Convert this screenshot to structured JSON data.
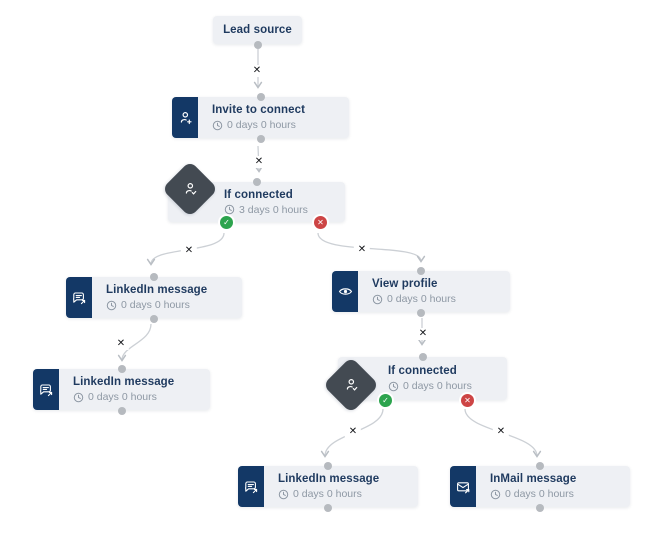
{
  "workflow": {
    "nodes": [
      {
        "id": "lead-source",
        "title": "Lead source"
      },
      {
        "id": "invite-to-connect",
        "title": "Invite to connect",
        "delay": "0 days 0 hours",
        "icon": "person-add-icon"
      },
      {
        "id": "if-connected-1",
        "title": "If connected",
        "delay": "3 days 0 hours",
        "icon": "person-check-icon",
        "outcomes": [
          "connected",
          "not-connected"
        ]
      },
      {
        "id": "linkedin-message-1",
        "title": "LinkedIn message",
        "delay": "0 days 0 hours",
        "icon": "chat-send-icon"
      },
      {
        "id": "linkedin-message-2",
        "title": "LinkedIn message",
        "delay": "0 days 0 hours",
        "icon": "chat-send-icon"
      },
      {
        "id": "view-profile",
        "title": "View profile",
        "delay": "0 days 0 hours",
        "icon": "eye-icon"
      },
      {
        "id": "if-connected-2",
        "title": "If connected",
        "delay": "0 days 0 hours",
        "icon": "person-check-icon",
        "outcomes": [
          "connected",
          "not-connected"
        ]
      },
      {
        "id": "linkedin-message-3",
        "title": "LinkedIn message",
        "delay": "0 days 0 hours",
        "icon": "chat-send-icon"
      },
      {
        "id": "inmail-message",
        "title": "InMail message",
        "delay": "0 days 0 hours",
        "icon": "mail-send-icon"
      }
    ],
    "edges": [
      {
        "from": "lead-source",
        "to": "invite-to-connect"
      },
      {
        "from": "invite-to-connect",
        "to": "if-connected-1"
      },
      {
        "from": "if-connected-1",
        "branch": "connected",
        "to": "linkedin-message-1"
      },
      {
        "from": "if-connected-1",
        "branch": "not-connected",
        "to": "view-profile"
      },
      {
        "from": "linkedin-message-1",
        "to": "linkedin-message-2"
      },
      {
        "from": "view-profile",
        "to": "if-connected-2"
      },
      {
        "from": "if-connected-2",
        "branch": "connected",
        "to": "linkedin-message-3"
      },
      {
        "from": "if-connected-2",
        "branch": "not-connected",
        "to": "inmail-message"
      }
    ],
    "glyphs": {
      "delete_edge": "✕",
      "branch_yes": "✓",
      "branch_no": "✕"
    },
    "colors": {
      "icon_block": "#133866",
      "card_bg": "#eef0f4",
      "diamond": "#434a52",
      "title_text": "#1f3a5f",
      "subtitle_text": "#8e98a4",
      "branch_yes": "#2da44e",
      "branch_no": "#cd4545",
      "edge_line": "#ccd0d5",
      "connection_dot": "#b6babf",
      "delete_x": "#14161a"
    }
  }
}
